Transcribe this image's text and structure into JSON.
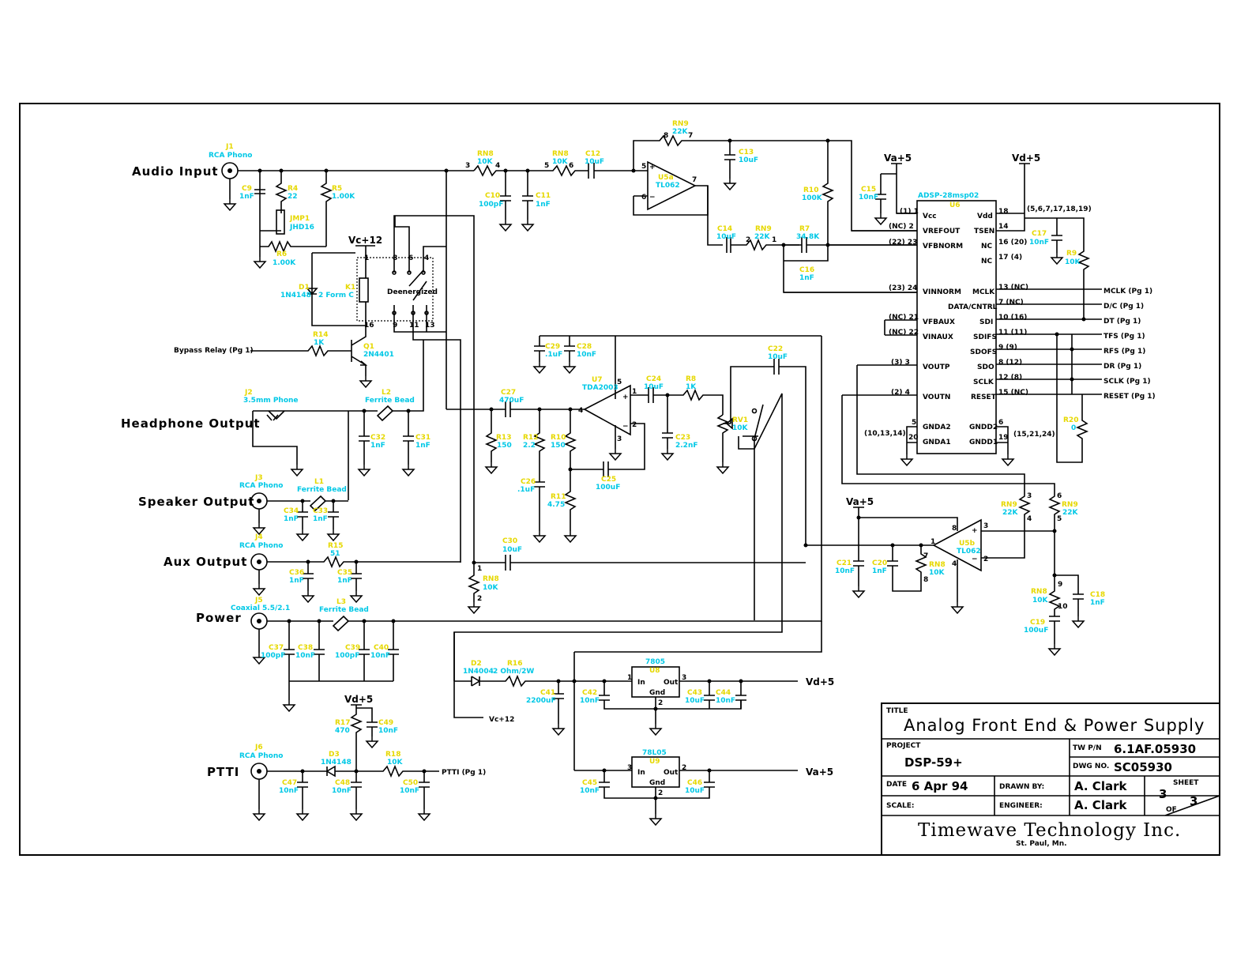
{
  "io_labels": {
    "audio_input": "Audio Input",
    "headphone_output": "Headphone Output",
    "speaker_output": "Speaker Output",
    "aux_output": "Aux Output",
    "power": "Power",
    "ptti": "PTTI"
  },
  "connectors": {
    "j1": {
      "ref": "J1",
      "type": "RCA Phono"
    },
    "j2": {
      "ref": "J2",
      "type": "3.5mm Phone"
    },
    "j3": {
      "ref": "J3",
      "type": "RCA Phono"
    },
    "j4": {
      "ref": "J4",
      "type": "RCA Phono"
    },
    "j5": {
      "ref": "J5",
      "type": "Coaxial 5.5/2.1"
    },
    "j6": {
      "ref": "J6",
      "type": "RCA Phono"
    }
  },
  "parts": {
    "c9": {
      "ref": "C9",
      "val": "1nF"
    },
    "r4": {
      "ref": "R4",
      "val": "22"
    },
    "r5": {
      "ref": "R5",
      "val": "1.00K"
    },
    "r6": {
      "ref": "R6",
      "val": "1.00K"
    },
    "jmp1": {
      "ref": "JMP1",
      "val": "JHD16"
    },
    "rn8a": {
      "ref": "RN8",
      "val": "10K"
    },
    "rn8b": {
      "ref": "RN8",
      "val": "10K"
    },
    "c10": {
      "ref": "C10",
      "val": "100pF"
    },
    "c11": {
      "ref": "C11",
      "val": "1nF"
    },
    "c12": {
      "ref": "C12",
      "val": "10uF"
    },
    "rn9a": {
      "ref": "RN9",
      "val": "22K"
    },
    "c13": {
      "ref": "C13",
      "val": "10uF"
    },
    "u5a": {
      "ref": "U5a",
      "val": "TL062"
    },
    "r10": {
      "ref": "R10",
      "val": "100K"
    },
    "c15": {
      "ref": "C15",
      "val": "10nF"
    },
    "c14": {
      "ref": "C14",
      "val": "10uF"
    },
    "rn9b": {
      "ref": "RN9",
      "val": "22K"
    },
    "r7": {
      "ref": "R7",
      "val": "34.8K"
    },
    "c16": {
      "ref": "C16",
      "val": "1nF"
    },
    "d1": {
      "ref": "D1",
      "val": "1N4148"
    },
    "k1": {
      "ref": "K1",
      "val": "2 Form C"
    },
    "r14": {
      "ref": "R14",
      "val": "1K"
    },
    "q1": {
      "ref": "Q1",
      "val": "2N4401"
    },
    "l2": {
      "ref": "L2",
      "val": "Ferrite Bead"
    },
    "c32": {
      "ref": "C32",
      "val": "1nF"
    },
    "c31": {
      "ref": "C31",
      "val": "1nF"
    },
    "c29": {
      "ref": "C29",
      "val": ".1uF"
    },
    "c28": {
      "ref": "C28",
      "val": "10nF"
    },
    "u7": {
      "ref": "U7",
      "val": "TDA2003"
    },
    "c27": {
      "ref": "C27",
      "val": "470uF"
    },
    "r13": {
      "ref": "R13",
      "val": "150"
    },
    "r12": {
      "ref": "R12",
      "val": "2.2"
    },
    "r10b": {
      "ref": "R10",
      "val": "150"
    },
    "c26": {
      "ref": "C26",
      "val": ".1uF"
    },
    "r11": {
      "ref": "R11",
      "val": "4.75"
    },
    "c25": {
      "ref": "C25",
      "val": "100uF"
    },
    "c24": {
      "ref": "C24",
      "val": "10uF"
    },
    "r8": {
      "ref": "R8",
      "val": "1K"
    },
    "c23": {
      "ref": "C23",
      "val": "2.2nF"
    },
    "rv1": {
      "ref": "RV1",
      "val": "10K"
    },
    "c22": {
      "ref": "C22",
      "val": "10uF"
    },
    "l1": {
      "ref": "L1",
      "val": "Ferrite Bead"
    },
    "c34": {
      "ref": "C34",
      "val": "1nF"
    },
    "c33": {
      "ref": "C33",
      "val": "1nF"
    },
    "r15": {
      "ref": "R15",
      "val": "51"
    },
    "c36": {
      "ref": "C36",
      "val": "1nF"
    },
    "c35": {
      "ref": "C35",
      "val": "1nF"
    },
    "c30": {
      "ref": "C30",
      "val": "10uF"
    },
    "rn8c": {
      "ref": "RN8",
      "val": "10K"
    },
    "l3": {
      "ref": "L3",
      "val": "Ferrite Bead"
    },
    "c37": {
      "ref": "C37",
      "val": "100pF"
    },
    "c38": {
      "ref": "C38",
      "val": "10nF"
    },
    "c39": {
      "ref": "C39",
      "val": "100pF"
    },
    "c40": {
      "ref": "C40",
      "val": "10nF"
    },
    "d2": {
      "ref": "D2",
      "val": "1N4004"
    },
    "r16": {
      "ref": "R16",
      "val": "2 Ohm/2W"
    },
    "c41": {
      "ref": "C41",
      "val": "2200uF"
    },
    "c42": {
      "ref": "C42",
      "val": "10nF"
    },
    "u8": {
      "ref": "7805",
      "val": "U8"
    },
    "c43": {
      "ref": "C43",
      "val": "10uF"
    },
    "c44": {
      "ref": "C44",
      "val": "10nF"
    },
    "u9": {
      "ref": "78L05",
      "val": "U9"
    },
    "c45": {
      "ref": "C45",
      "val": "10nF"
    },
    "c46": {
      "ref": "C46",
      "val": "10uF"
    },
    "r17": {
      "ref": "R17",
      "val": "470"
    },
    "c49": {
      "ref": "C49",
      "val": "10nF"
    },
    "d3": {
      "ref": "D3",
      "val": "1N4148"
    },
    "r18": {
      "ref": "R18",
      "val": "10K"
    },
    "c47": {
      "ref": "C47",
      "val": "10nF"
    },
    "c48": {
      "ref": "C48",
      "val": "10nF"
    },
    "c50": {
      "ref": "C50",
      "val": "10nF"
    },
    "c17": {
      "ref": "C17",
      "val": "10nF"
    },
    "r9": {
      "ref": "R9",
      "val": "10K"
    },
    "r20": {
      "ref": "R20",
      "val": "0"
    },
    "c21": {
      "ref": "C21",
      "val": "10nF"
    },
    "c20": {
      "ref": "C20",
      "val": "1nF"
    },
    "rn8d": {
      "ref": "RN8",
      "val": "10K"
    },
    "u5b": {
      "ref": "U5b",
      "val": "TL062"
    },
    "rn9c": {
      "ref": "RN9",
      "val": "22K"
    },
    "rn9d": {
      "ref": "RN9",
      "val": "22K"
    },
    "rn8e": {
      "ref": "RN8",
      "val": "10K"
    },
    "c18": {
      "ref": "C18",
      "val": "1nF"
    },
    "c19": {
      "ref": "C19",
      "val": "100uF"
    }
  },
  "nets": {
    "vc12": "Vc+12",
    "va5": "Va+5",
    "vd5": "Vd+5",
    "bypass": "Bypass Relay (Pg 1)",
    "deenergized": "Deenergized",
    "ptt_pg1": "PTTI (Pg 1)"
  },
  "codec": {
    "name": "ADSP-28msp02",
    "ref": "U6",
    "left_pins": [
      {
        "num": "(1) 1",
        "name": "Vcc"
      },
      {
        "num": "(NC)  2",
        "name": "VREFOUT"
      },
      {
        "num": "(22) 23",
        "name": "VFBNORM"
      },
      {
        "num": "(23) 24",
        "name": "VINNORM"
      },
      {
        "num": "(NC)  21",
        "name": "VFBAUX"
      },
      {
        "num": "(NC)  22",
        "name": "VINAUX"
      },
      {
        "num": "(3)  3",
        "name": "VOUTP"
      },
      {
        "num": "(2)  4",
        "name": "VOUTN"
      },
      {
        "num": "5",
        "name": "GNDA2"
      },
      {
        "num": "20",
        "name": "GNDA1"
      }
    ],
    "right_pins": [
      {
        "num": "18",
        "name": "Vdd"
      },
      {
        "num": "14",
        "name": "TSEN"
      },
      {
        "num": "16 (20)",
        "name": "NC"
      },
      {
        "num": "17 (4)",
        "name": "NC"
      },
      {
        "num": "13 (NC)",
        "name": "MCLK"
      },
      {
        "num": "7  (NC)",
        "name": "DATA/CNTRL"
      },
      {
        "num": "10 (16)",
        "name": "SDI"
      },
      {
        "num": "11 (11)",
        "name": "SDIFS"
      },
      {
        "num": "9  (9)",
        "name": "SDOFS"
      },
      {
        "num": "8  (12)",
        "name": "SDO"
      },
      {
        "num": "12 (8)",
        "name": "SCLK"
      },
      {
        "num": "15 (NC)",
        "name": "RESET"
      },
      {
        "num": "6",
        "name": "GNDD2"
      },
      {
        "num": "19",
        "name": "GNDD1"
      }
    ],
    "gnda_group": "(10,13,14)",
    "gndd_group": "(15,21,24)",
    "vdd_group": "(5,6,7,17,18,19)",
    "signals": [
      "MCLK (Pg 1)",
      "D/C (Pg 1)",
      "DT (Pg 1)",
      "TFS (Pg 1)",
      "RFS (Pg 1)",
      "DR (Pg 1)",
      "SCLK (Pg 1)",
      "RESET (Pg 1)"
    ]
  },
  "title_block": {
    "title_label": "TITLE",
    "title": "Analog Front End & Power Supply",
    "project_label": "PROJECT",
    "project": "DSP-59+",
    "twpn_label": "TW P/N",
    "twpn": "6.1AF.05930",
    "dwg_label": "DWG NO.",
    "dwg": "SC05930",
    "date_label": "DATE",
    "date": "6 Apr 94",
    "drawn_label": "DRAWN BY:",
    "drawn": "A. Clark",
    "scale_label": "SCALE:",
    "engineer_label": "ENGINEER:",
    "engineer": "A. Clark",
    "sheet_label": "SHEET",
    "sheet": "3",
    "of_label": "OF",
    "of": "3",
    "company": "Timewave Technology Inc.",
    "location": "St. Paul, Mn."
  }
}
